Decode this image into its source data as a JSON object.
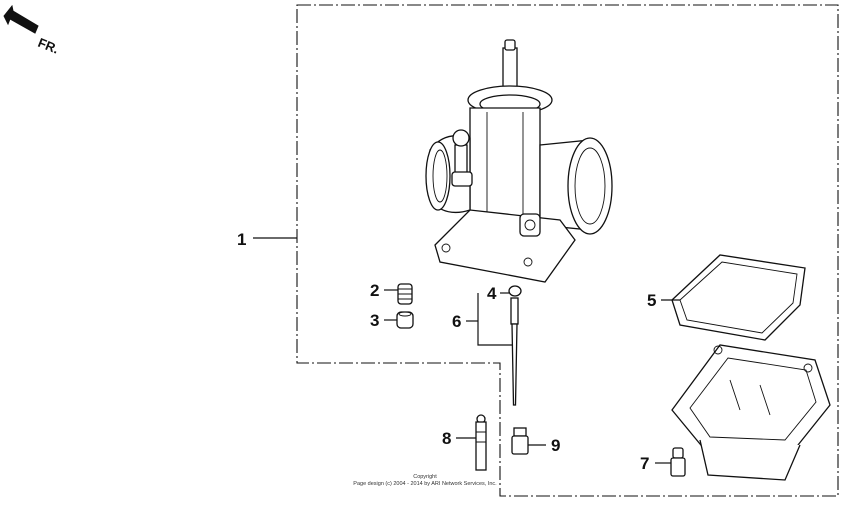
{
  "direction": {
    "label": "FR.",
    "icon": "front-arrow-icon"
  },
  "callouts": [
    {
      "id": "1",
      "label": "1"
    },
    {
      "id": "2",
      "label": "2"
    },
    {
      "id": "3",
      "label": "3"
    },
    {
      "id": "4",
      "label": "4"
    },
    {
      "id": "5",
      "label": "5"
    },
    {
      "id": "6",
      "label": "6"
    },
    {
      "id": "7",
      "label": "7"
    },
    {
      "id": "8",
      "label": "8"
    },
    {
      "id": "9",
      "label": "9"
    }
  ],
  "copyright": {
    "line1": "Copyright",
    "line2": "Page design (c) 2004 - 2014 by ARI Network Services, Inc."
  }
}
